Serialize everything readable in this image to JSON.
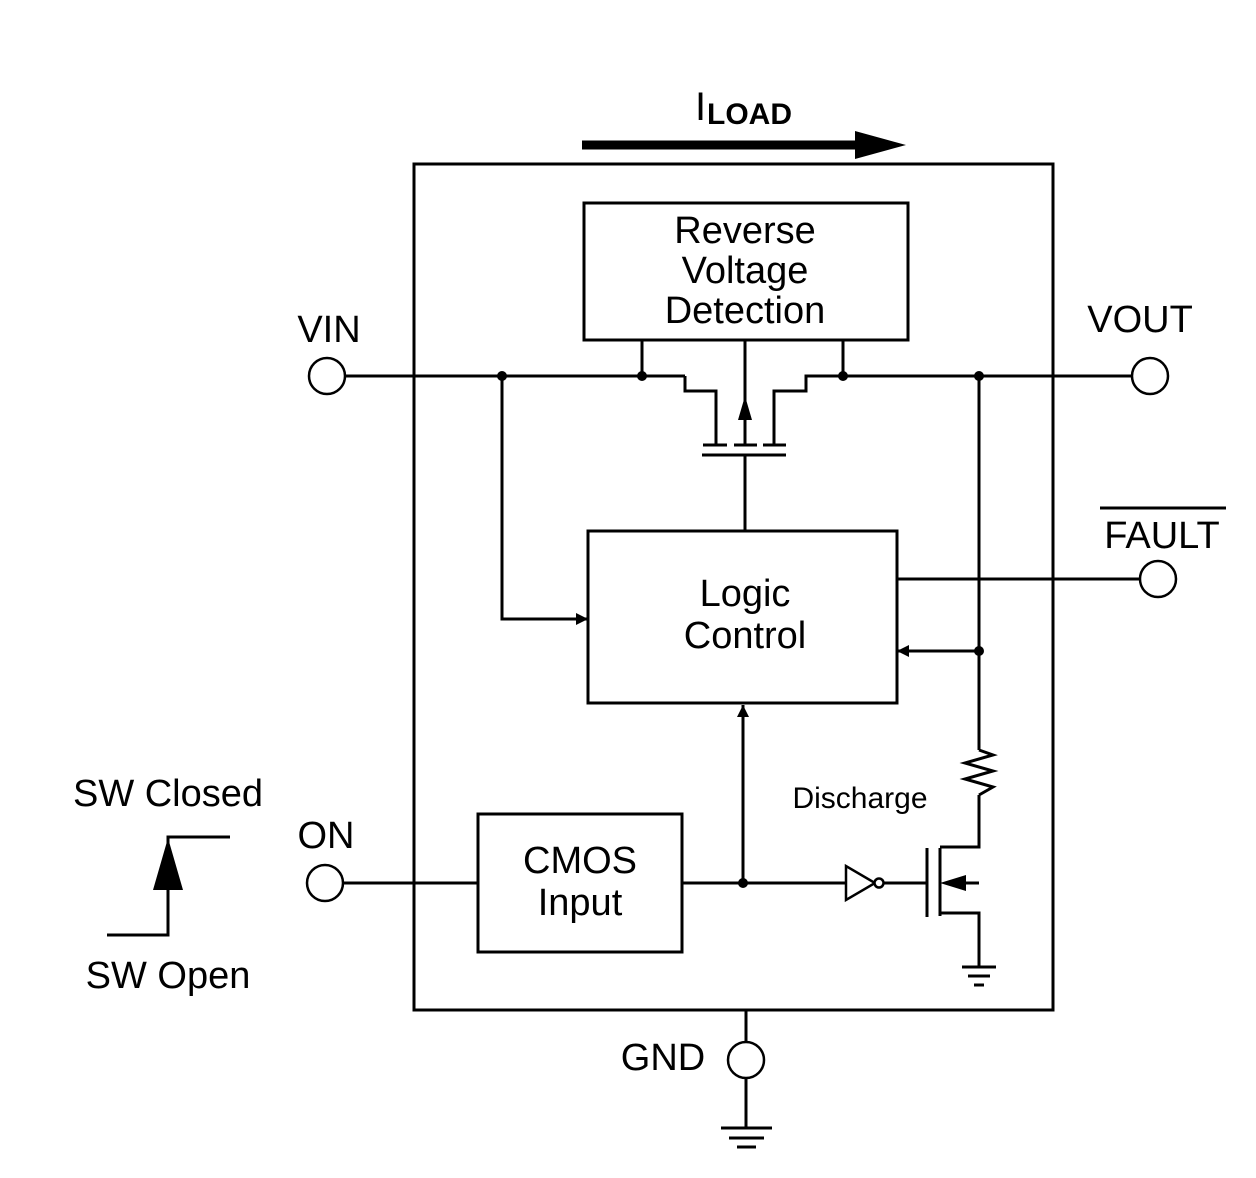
{
  "current_label": {
    "main": "I",
    "sub": "LOAD"
  },
  "blocks": {
    "reverse_voltage": [
      "Reverse",
      "Voltage",
      "Detection"
    ],
    "logic_control": [
      "Logic",
      "Control"
    ],
    "cmos_input": [
      "CMOS",
      "Input"
    ],
    "discharge": "Discharge"
  },
  "pins": {
    "vin": "VIN",
    "vout": "VOUT",
    "fault": "FAULT",
    "on": "ON",
    "gnd": "GND"
  },
  "switch": {
    "closed": "SW Closed",
    "open": "SW Open"
  }
}
